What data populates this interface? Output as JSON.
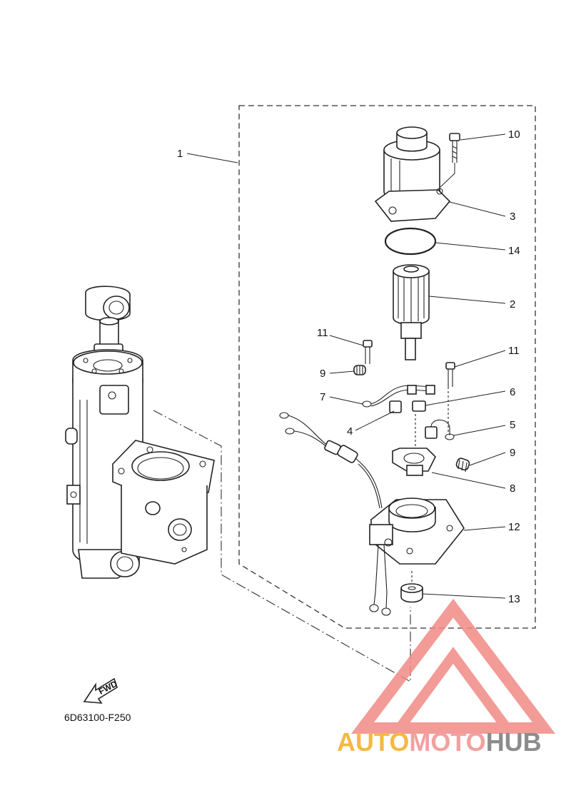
{
  "diagram": {
    "code": "6D63100-F250",
    "fwd_label": "FWD",
    "callouts": {
      "c1": "1",
      "c10": "10",
      "c3": "3",
      "c14": "14",
      "c2": "2",
      "c11a": "11",
      "c11b": "11",
      "c9a": "9",
      "c6": "6",
      "c7": "7",
      "c4": "4",
      "c5": "5",
      "c9b": "9",
      "c8": "8",
      "c12": "12",
      "c13": "13"
    }
  },
  "watermark": {
    "part1": "AUTO",
    "part2": "MOTO",
    "part3": "HUB",
    "colors": {
      "auto": "#f6b845",
      "moto": "#f3a0a0",
      "hub": "#8c8c8c",
      "logo": "#f08a86"
    }
  }
}
